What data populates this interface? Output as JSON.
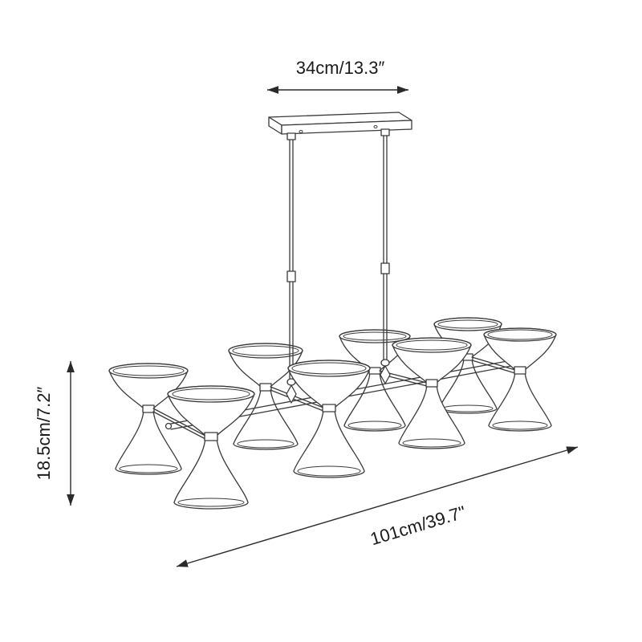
{
  "diagram": {
    "figure": "linear-chandelier-8-light-line-drawing",
    "colors": {
      "line": "#3a3a3a",
      "text": "#1a1a1a",
      "background": "#ffffff",
      "arrow": "#2a2a2a"
    },
    "dimensions": {
      "width": {
        "label": "34cm/13.3″"
      },
      "height": {
        "label": "18.5cm/7.2″"
      },
      "length": {
        "label": "101cm/39.7\""
      }
    }
  }
}
